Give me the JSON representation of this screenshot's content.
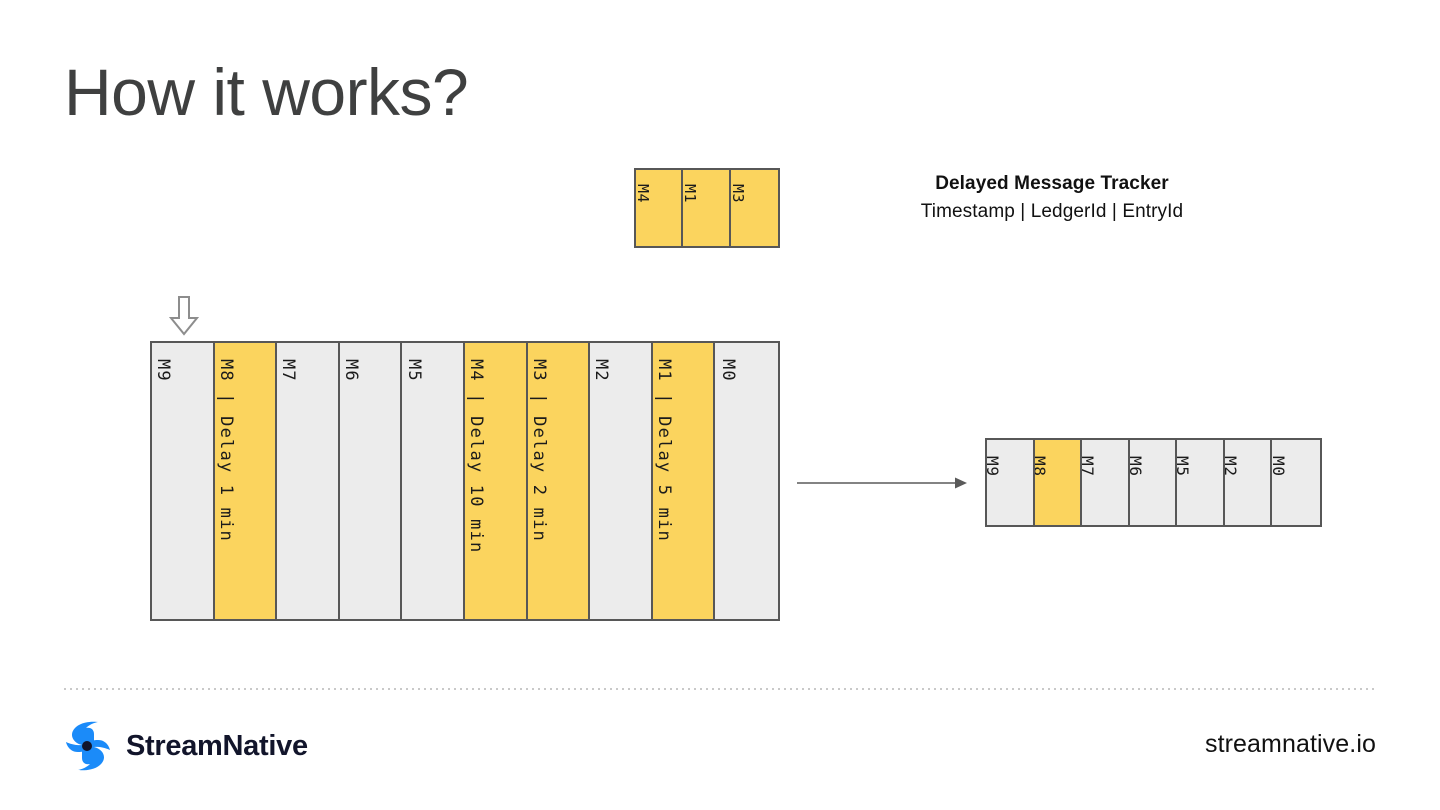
{
  "slide": {
    "title": "How it works?",
    "background_color": "#ffffff",
    "title_color": "#3f4040"
  },
  "colors": {
    "highlight_yellow": "#fbd45e",
    "cell_gray": "#ececec",
    "border_gray": "#575757",
    "brand_blue": "#1b8bf9",
    "brand_navy": "#12152b"
  },
  "tracker": {
    "caption_title": "Delayed Message Tracker",
    "caption_subtitle": "Timestamp | LedgerId | EntryId",
    "cells": [
      {
        "label": "M4",
        "highlight": true
      },
      {
        "label": "M1",
        "highlight": true
      },
      {
        "label": "M3",
        "highlight": true
      }
    ]
  },
  "incoming_arrow": {
    "icon": "arrow-down-icon",
    "direction": "down"
  },
  "main_queue": {
    "cells": [
      {
        "label": "M9",
        "highlight": false
      },
      {
        "label": "M8 | Delay 1 min",
        "highlight": true
      },
      {
        "label": "M7",
        "highlight": false
      },
      {
        "label": "M6",
        "highlight": false
      },
      {
        "label": "M5",
        "highlight": false
      },
      {
        "label": "M4 | Delay 10 min",
        "highlight": true
      },
      {
        "label": "M3 | Delay 2 min",
        "highlight": true
      },
      {
        "label": "M2",
        "highlight": false
      },
      {
        "label": "M1 | Delay 5 min",
        "highlight": true
      },
      {
        "label": "M0",
        "highlight": false
      }
    ]
  },
  "flow_arrow": {
    "icon": "arrow-right-icon",
    "direction": "right"
  },
  "output_queue": {
    "cells": [
      {
        "label": "M9",
        "highlight": false
      },
      {
        "label": "M8",
        "highlight": true
      },
      {
        "label": "M7",
        "highlight": false
      },
      {
        "label": "M6",
        "highlight": false
      },
      {
        "label": "M5",
        "highlight": false
      },
      {
        "label": "M2",
        "highlight": false
      },
      {
        "label": "M0",
        "highlight": false
      }
    ]
  },
  "footer": {
    "brand_name": "StreamNative",
    "brand_logo_icon": "streamnative-logo-icon",
    "site_url": "streamnative.io"
  }
}
